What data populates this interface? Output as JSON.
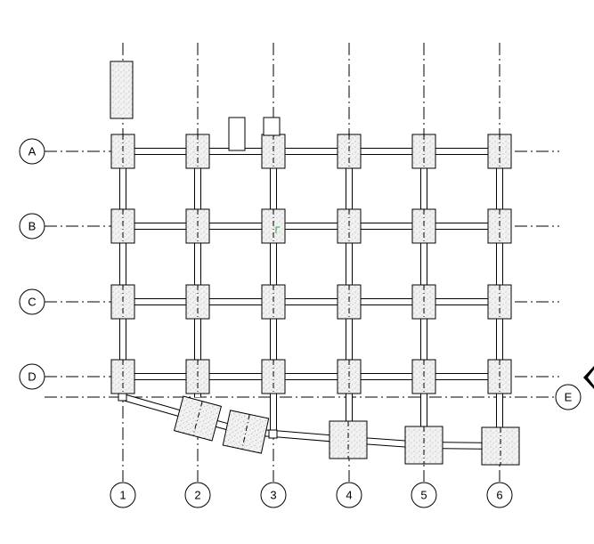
{
  "plan": {
    "row_grids": [
      "A",
      "B",
      "C",
      "D"
    ],
    "column_grids": [
      "1",
      "2",
      "3",
      "4",
      "5",
      "6"
    ],
    "extra_grid": "E",
    "icons": {
      "section_marker": "section-arrow-icon"
    },
    "colors": {
      "line": "#000000",
      "background": "#ffffff",
      "accent_mark": "#2e9e3e"
    }
  }
}
